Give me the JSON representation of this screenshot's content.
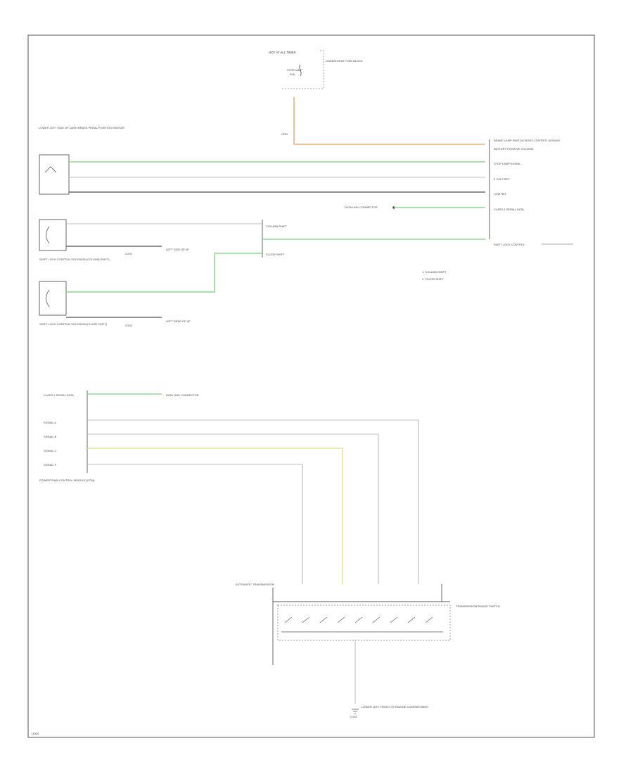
{
  "colors": {
    "green_wire": "#8fd98f",
    "orange_wire": "#f0b07a",
    "yellow_wire": "#e6e69a",
    "gray_wire": "#bdbdbd",
    "dark_wire": "#6c6c6c",
    "frame": "#555555"
  },
  "texts": {
    "hot_all_times": "HOT AT ALL TIMES",
    "fuse_block": "UNDERHOOD FUSE BLOCK",
    "fuse_name": "STOPLAMP",
    "fuse_rating": "20A",
    "wire_orn": "ORN",
    "bcm_title": "BRAKE LAMP SWITCH/ BODY CONTROL MODULE",
    "bcm_pin_battery": "BATTERY POSITIVE VOLTAGE",
    "bcm_pin_stop": "STOP LAMP SIGNAL",
    "bcm_pin_5v": "5 VOLT REF",
    "bcm_pin_low": "LOW REF",
    "bcm_pin_serial": "CLASS 2 SERIAL DATA",
    "bcm_pin_shift": "SHIFT LOCK CONTROL",
    "switch_title": "LOWER LEFT SIDE OF DASH BRAKE PEDAL POSITION SENSOR",
    "data_link": "DATA LINK CONNECTOR",
    "column_shift": "COLUMN SHIFT",
    "floor_shift": "FLOOR SHIFT",
    "note_column": "1. COLUMN SHIFT",
    "note_floor": "2. FLOOR SHIFT",
    "shift_lock_column": "SHIFT LOCK CONTROL SOLENOID (COLUMN SHIFT)",
    "shift_lock_floor": "SHIFT LOCK CONTROL SOLENOID (FLOOR SHIFT)",
    "ground_g1": "G201",
    "ground_g2": "G203",
    "ground_loc_1": "LEFT SIDE OF I/P",
    "ground_loc_2": "LEFT REAR OF I/P",
    "ecm_title": "POWERTRAIN CONTROL MODULE (PCM)",
    "ecm_pin_serial": "CLASS 2 SERIAL DATA",
    "ecm_pin_a": "SIGNAL A",
    "ecm_pin_b": "SIGNAL B",
    "ecm_pin_c": "SIGNAL C",
    "ecm_pin_p": "SIGNAL P",
    "auto_trans": "AUTOMATIC TRANSMISSION",
    "trans_switch": "TRANSMISSION RANGE SWITCH",
    "ground_bottom": "G101",
    "ground_bottom_loc": "LOWER LEFT FRONT OF ENGINE COMPARTMENT",
    "footer_code": "13000"
  }
}
